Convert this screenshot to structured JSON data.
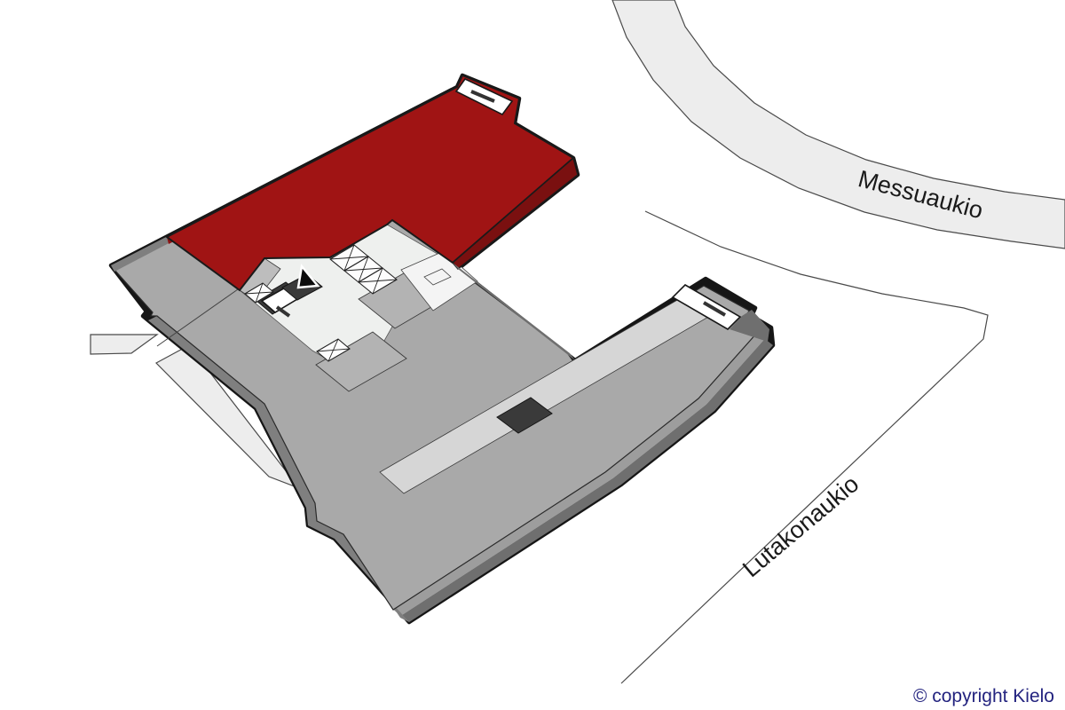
{
  "labels": {
    "messuaukio": "Messuaukio",
    "lutakonaukio": "Lutakonaukio",
    "copyright": "© copyright Kielo"
  },
  "colors": {
    "highlight": "#a01414",
    "highlight-side": "#7a1010",
    "floor": "#a9a9a9",
    "wall": "#6f6f6f",
    "core": "#eef0ee",
    "road": "#ededed",
    "copyright": "#23237f"
  }
}
